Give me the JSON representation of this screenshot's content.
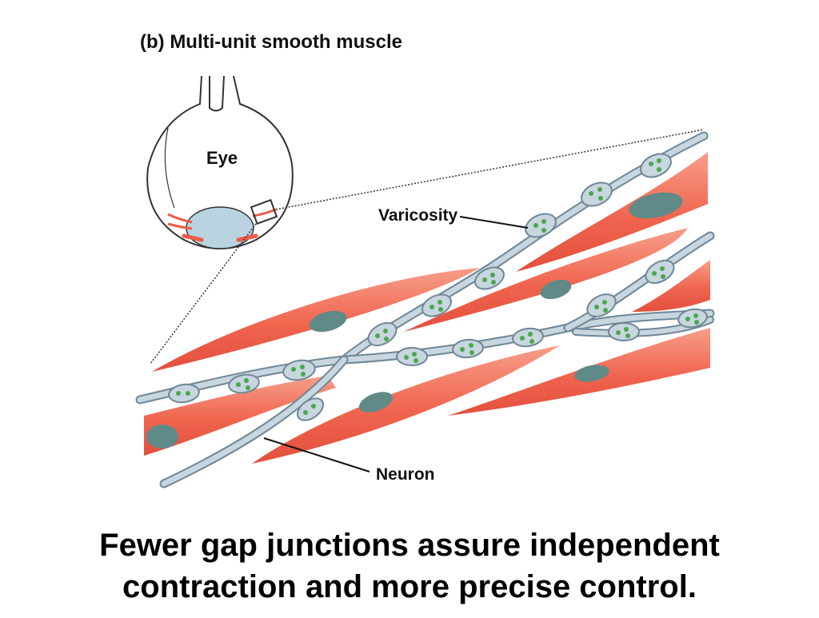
{
  "figure": {
    "title": "(b) Multi-unit smooth muscle",
    "labels": {
      "eye": "Eye",
      "varicosity": "Varicosity",
      "neuron": "Neuron"
    }
  },
  "caption": {
    "line1": "Fewer gap junctions assure independent",
    "line2": "contraction and more precise control."
  },
  "colors": {
    "muscle_fill": "#f0644e",
    "muscle_highlight": "#f79e8a",
    "nucleus": "#5f8a88",
    "nerve_fill": "#c7d6df",
    "nerve_stroke": "#6f8796",
    "vesicle": "#4aa84a",
    "lens": "#b9d3e0"
  }
}
